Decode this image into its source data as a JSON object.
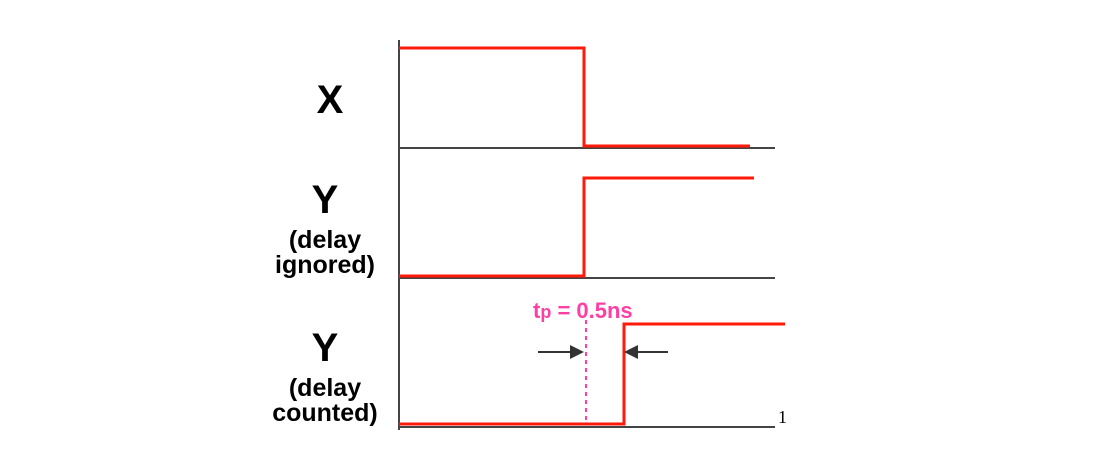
{
  "signals": {
    "x": {
      "name": "X"
    },
    "y_ignored": {
      "name": "Y",
      "sub_line1": "(delay",
      "sub_line2": "ignored)"
    },
    "y_counted": {
      "name": "Y",
      "sub_line1": "(delay",
      "sub_line2": "counted)"
    }
  },
  "annotation": {
    "t": "t",
    "p": "p",
    "equals_value": " = 0.5ns"
  },
  "page_number": "1",
  "colors": {
    "waveform": "#ff1a0a",
    "axis": "#444444",
    "annotation": "#ff3fa4",
    "arrow": "#333333"
  }
}
